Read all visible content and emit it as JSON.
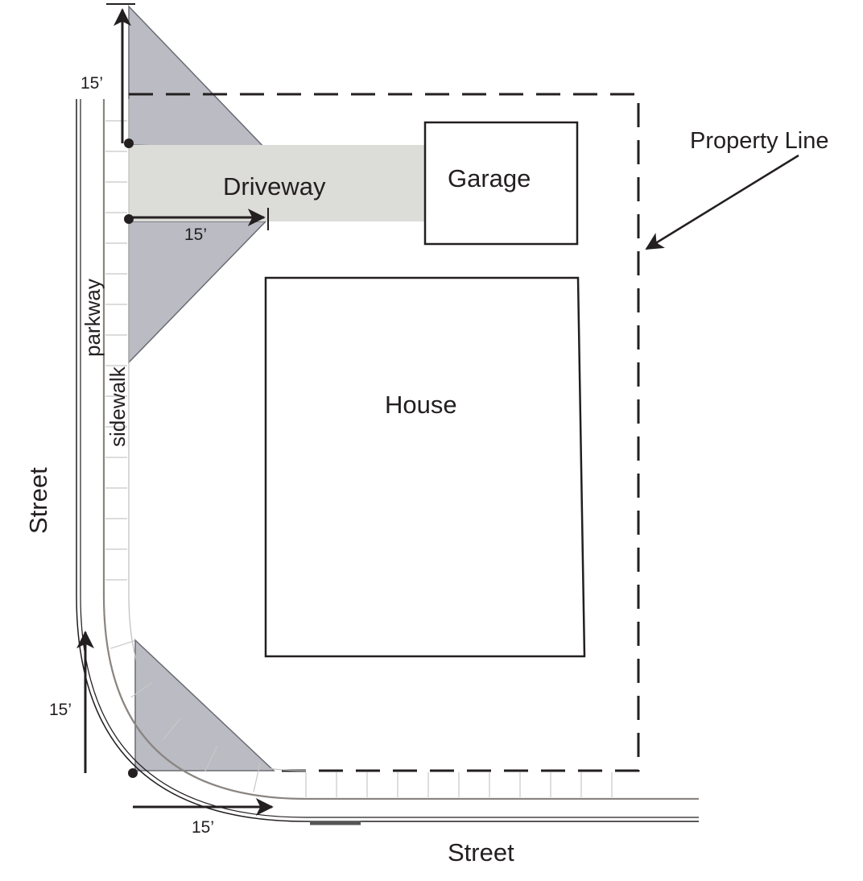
{
  "labels": {
    "property_line": "Property Line",
    "garage": "Garage",
    "driveway": "Driveway",
    "house": "House",
    "parkway": "parkway",
    "sidewalk": "sidewalk",
    "street_left": "Street",
    "street_bottom": "Street",
    "dim_top": "15’",
    "dim_driveway": "15’",
    "dim_corner_vertical": "15’",
    "dim_corner_horizontal": "15’"
  },
  "colors": {
    "triangle_fill": "#babbc3",
    "driveway_fill": "#dcdcd8",
    "line": "#231f20",
    "curb": "#8a8580"
  }
}
